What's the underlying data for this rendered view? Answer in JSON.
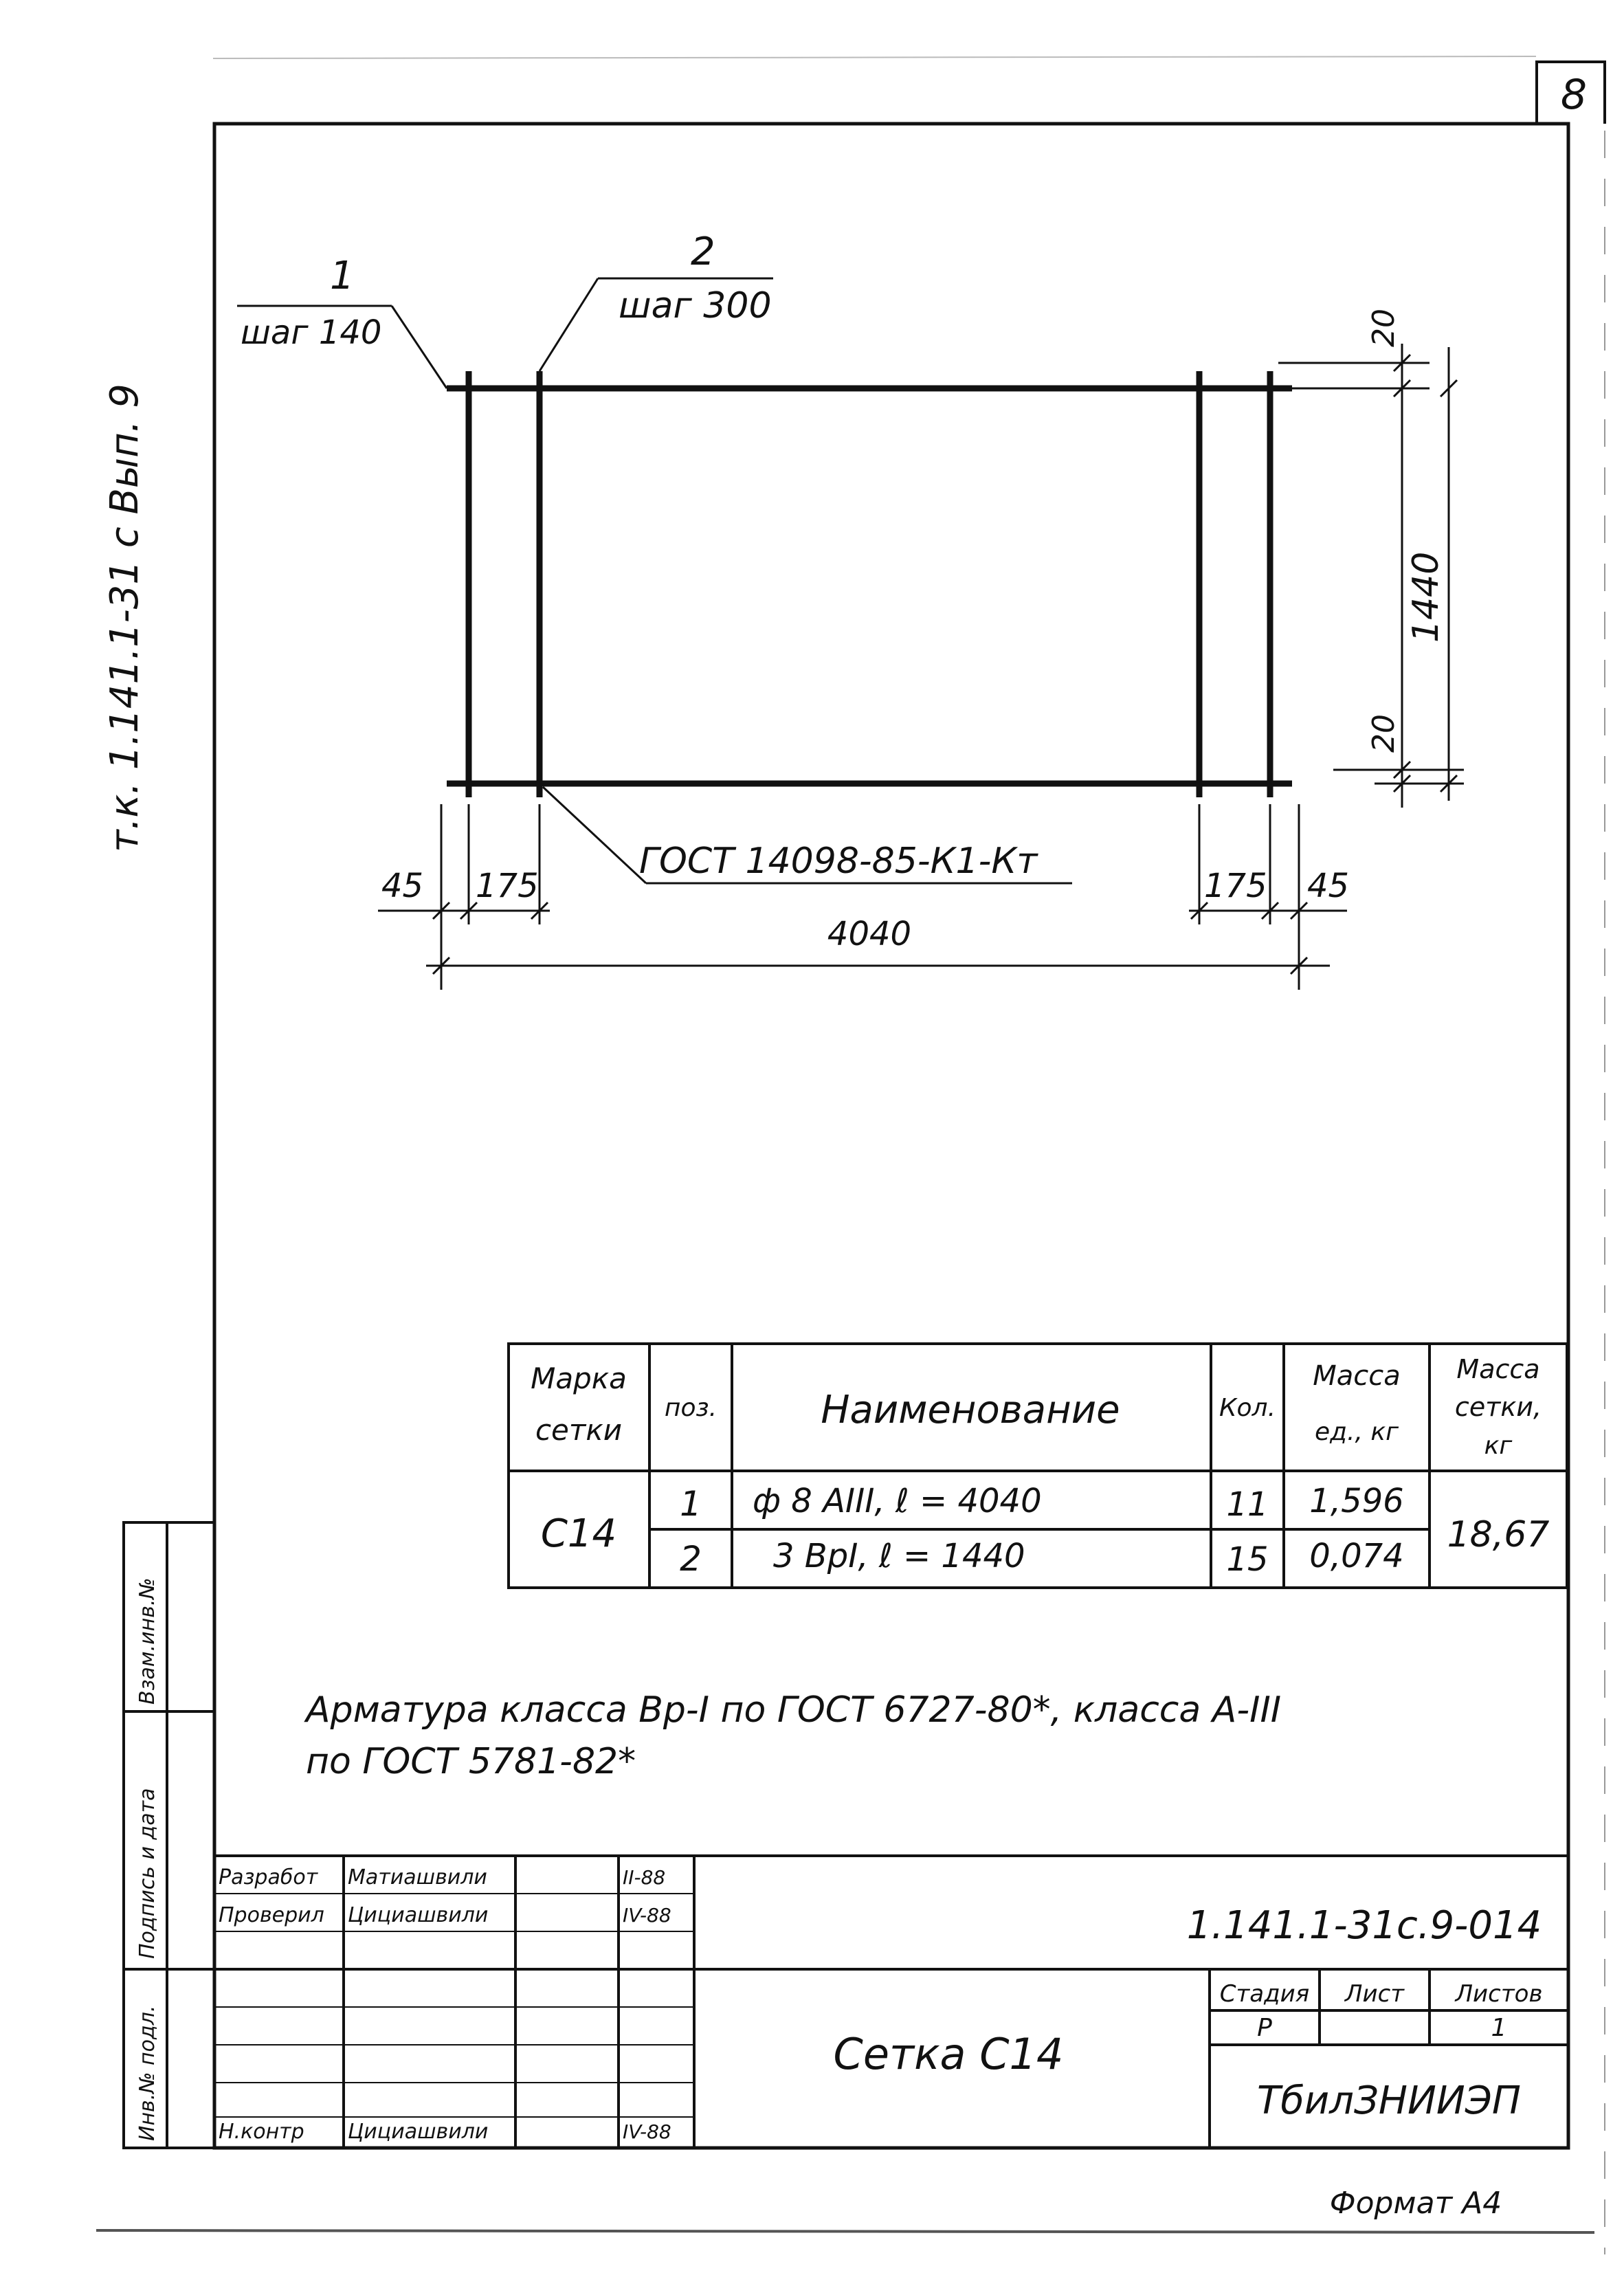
{
  "sheet_number": "8",
  "side_code": "т.к. 1.141.1-31 с  Вып. 9",
  "drawing": {
    "callout1_pos": "1",
    "callout1_step": "шаг 140",
    "callout2_pos": "2",
    "callout2_step": "шаг 300",
    "dim_top_offset": "20",
    "dim_height": "1440",
    "dim_bottom_offset": "20",
    "gost_callout": "ГОСТ 14098-85-К1-Кт",
    "dim_left_45": "45",
    "dim_left_175": "175",
    "dim_right_175": "175",
    "dim_right_45": "45",
    "dim_total": "4040"
  },
  "spec_table": {
    "headers": {
      "mark": [
        "Марка",
        "сетки"
      ],
      "pos": "поз.",
      "name": "Наименование",
      "qty": "Кол.",
      "unit_mass": [
        "Масса",
        "ед., кг"
      ],
      "mesh_mass": [
        "Масса",
        "сетки,",
        "кг"
      ]
    },
    "mark": "С14",
    "mesh_mass": "18,67",
    "rows": [
      {
        "pos": "1",
        "name": "ф 8 АIII,   ℓ = 4040",
        "qty": "11",
        "unit_mass": "1,596"
      },
      {
        "pos": "2",
        "name": "3 ВрI,   ℓ = 1440",
        "qty": "15",
        "unit_mass": "0,074"
      }
    ]
  },
  "note": {
    "line1": "Арматура класса Вр-I по ГОСТ 6727-80*, класса А-III",
    "line2": "по ГОСТ 5781-82*"
  },
  "side_stamp": {
    "cell1": "Взам.инв.№",
    "cell2": "Подпись и дата",
    "cell3": "Инв.№ подл."
  },
  "title_block": {
    "roles": [
      {
        "role": "Разработ",
        "name": "Матиашвили",
        "date": "II-88"
      },
      {
        "role": "Проверил",
        "name": "Цициашвили",
        "date": "IV-88"
      },
      {
        "role": "",
        "name": "",
        "date": ""
      },
      {
        "role": "",
        "name": "",
        "date": ""
      },
      {
        "role": "",
        "name": "",
        "date": ""
      },
      {
        "role": "",
        "name": "",
        "date": ""
      },
      {
        "role": "Н.контр",
        "name": "Цициашвили",
        "date": "IV-88"
      }
    ],
    "doc_code": "1.141.1-31с.9-014",
    "title": "Сетка  С14",
    "stage_label": "Стадия",
    "sheet_label": "Лист",
    "sheets_label": "Листов",
    "stage": "Р",
    "sheet": "",
    "sheets": "1",
    "org": "ТбилЗНИИЭП"
  },
  "format": "Формат А4"
}
